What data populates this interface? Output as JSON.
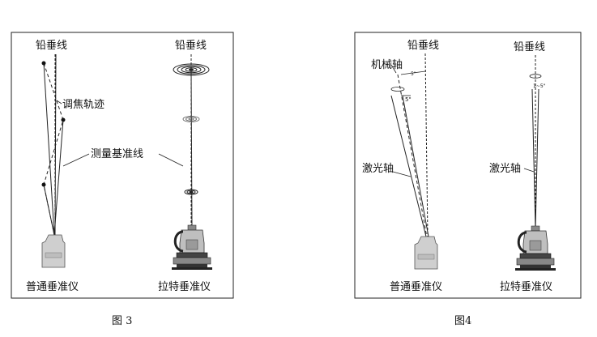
{
  "fig3": {
    "caption": "图 3",
    "plumb_left": "铅垂线",
    "plumb_right": "铅垂线",
    "focus_track": "调焦轨迹",
    "reference_line": "测量基准线",
    "instrument_left": "普通垂准仪",
    "instrument_right": "拉特垂准仪"
  },
  "fig4": {
    "caption": "图4",
    "plumb_left": "铅垂线",
    "plumb_right": "铅垂线",
    "mech_axis": "机械轴",
    "laser_axis_left": "激光轴",
    "laser_axis_right": "激光轴",
    "angle_small": "5\"",
    "angle_range": "1~5\"",
    "angle_tiny": "5\"",
    "instrument_left": "普通垂准仪",
    "instrument_right": "拉特垂准仪"
  }
}
